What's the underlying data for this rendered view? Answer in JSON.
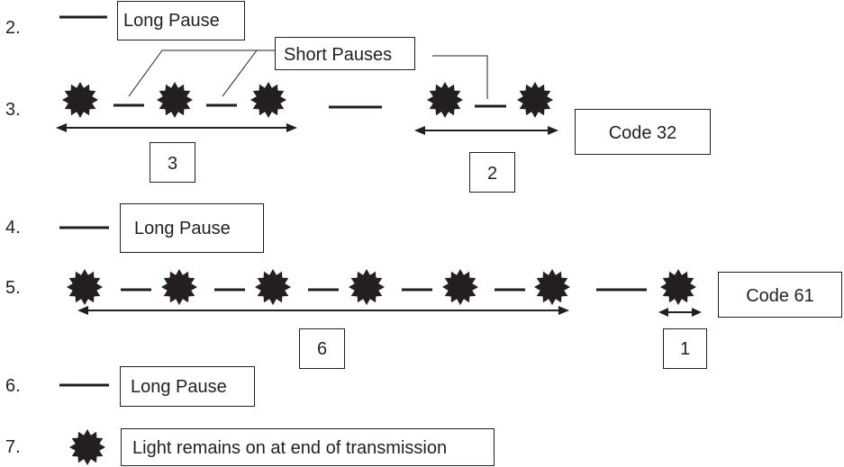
{
  "steps": [
    {
      "number": "2.",
      "label": "Long Pause"
    },
    {
      "number": "3.",
      "callout": "Short Pauses",
      "group_a_count": "3",
      "group_b_count": "2",
      "code": "Code 32"
    },
    {
      "number": "4.",
      "label": "Long Pause"
    },
    {
      "number": "5.",
      "group_a_count": "6",
      "group_b_count": "1",
      "code": "Code 61"
    },
    {
      "number": "6.",
      "label": "Long Pause"
    },
    {
      "number": "7.",
      "label": "Light remains on at end of transmission"
    }
  ],
  "icons": {
    "flash": "flash-burst-icon",
    "pause": "pause-dash",
    "span": "double-arrow"
  },
  "colors": {
    "ink": "#231f20",
    "background": "#ffffff"
  }
}
